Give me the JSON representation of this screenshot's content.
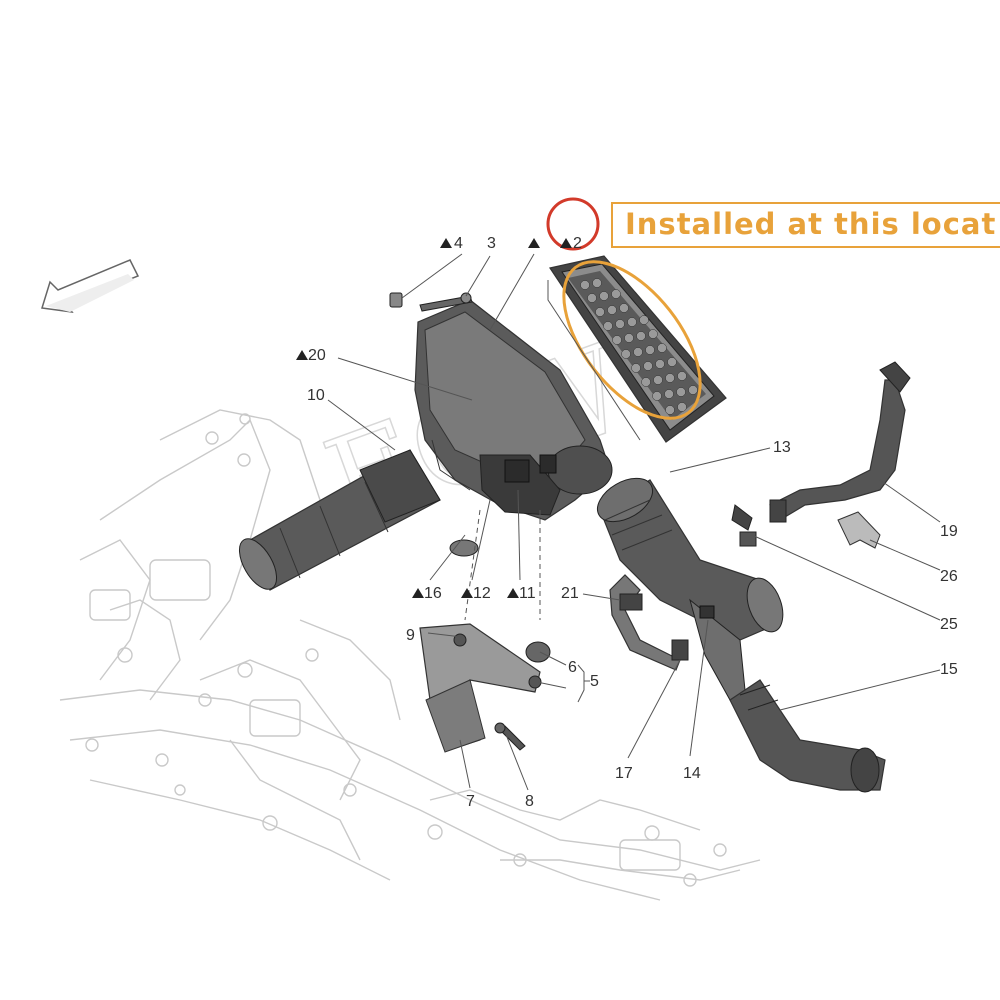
{
  "callout": {
    "text": "Installed at this locat",
    "color": "#e8a23a",
    "circle_color": "#d23a2a"
  },
  "labels": {
    "l2": "2",
    "l3": "3",
    "l4": "4",
    "l5": "5",
    "l6": "6",
    "l7": "7",
    "l8": "8",
    "l9": "9",
    "l10": "10",
    "l11": "11",
    "l12": "12",
    "l13": "13",
    "l14": "14",
    "l15": "15",
    "l16": "16",
    "l17": "17",
    "l19": "19",
    "l20": "20",
    "l21": "21",
    "l25": "25",
    "l26": "26"
  },
  "icons": {
    "direction": "front-direction-arrow-icon",
    "marker": "triangle-marker-icon"
  }
}
